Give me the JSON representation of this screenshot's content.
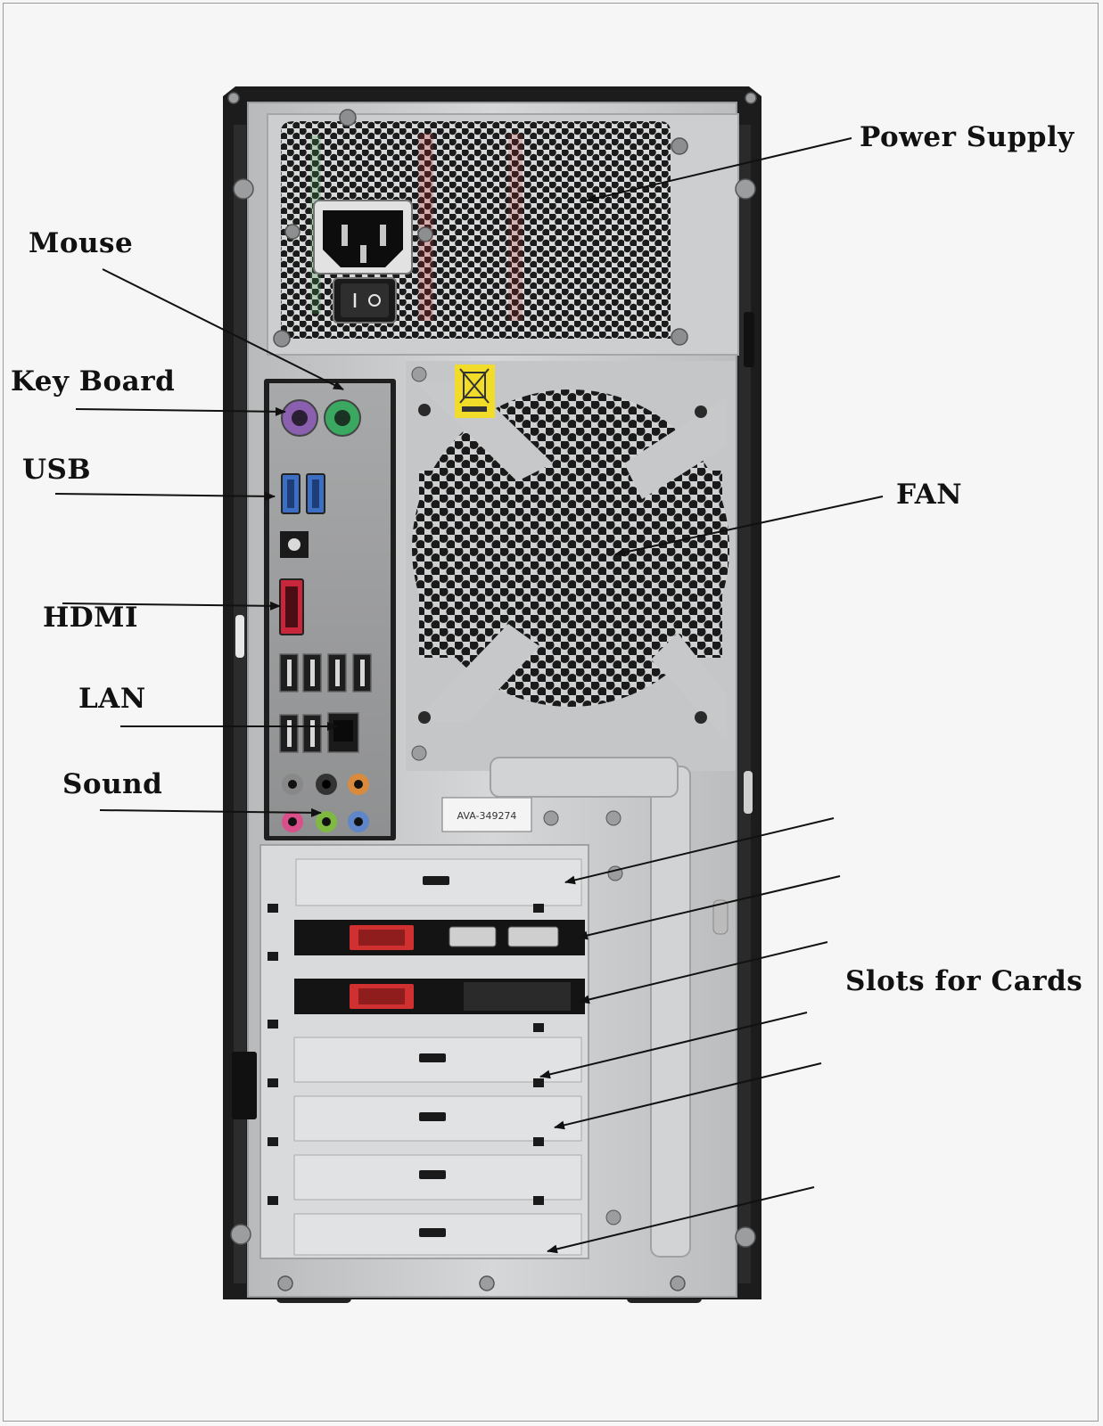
{
  "labels": {
    "power_supply": "Power Supply",
    "mouse": "Mouse",
    "keyboard": "Key Board",
    "usb": "USB",
    "fan": "FAN",
    "hdmi": "HDMI",
    "lan": "LAN",
    "sound": "Sound",
    "slots": "Slots for Cards"
  },
  "sticker_text": "AVA-349274",
  "colors": {
    "case_black": "#1c1c1c",
    "case_panel": "#c9cacb",
    "ps2_mouse": "#3aa860",
    "ps2_keyboard": "#8a5fb0",
    "usb3_blue": "#3c6fc4",
    "esata_red": "#c8263a",
    "audio_orange": "#d98a3c",
    "audio_pink": "#d84f8a",
    "audio_green": "#7fb942",
    "audio_blue": "#5e86c8",
    "dvi_red": "#d03030",
    "recycle_yellow": "#f2dc2a"
  }
}
